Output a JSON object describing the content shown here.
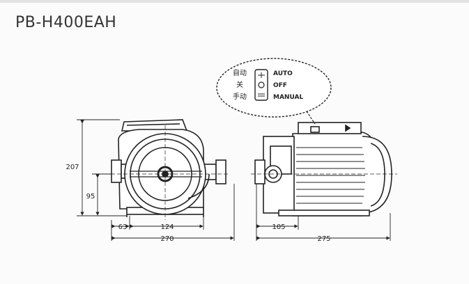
{
  "title": "PB-H400EAH",
  "switch": {
    "cn_labels": [
      "自动",
      "关",
      "手动"
    ],
    "en_labels": [
      "AUTO",
      "OFF",
      "MANUAL"
    ]
  },
  "front_view": {
    "height_total": "207",
    "height_center": "95",
    "width_offset": "63",
    "width_base": "124",
    "width_total": "270"
  },
  "side_view": {
    "length_inlet": "105",
    "length_total": "275"
  }
}
